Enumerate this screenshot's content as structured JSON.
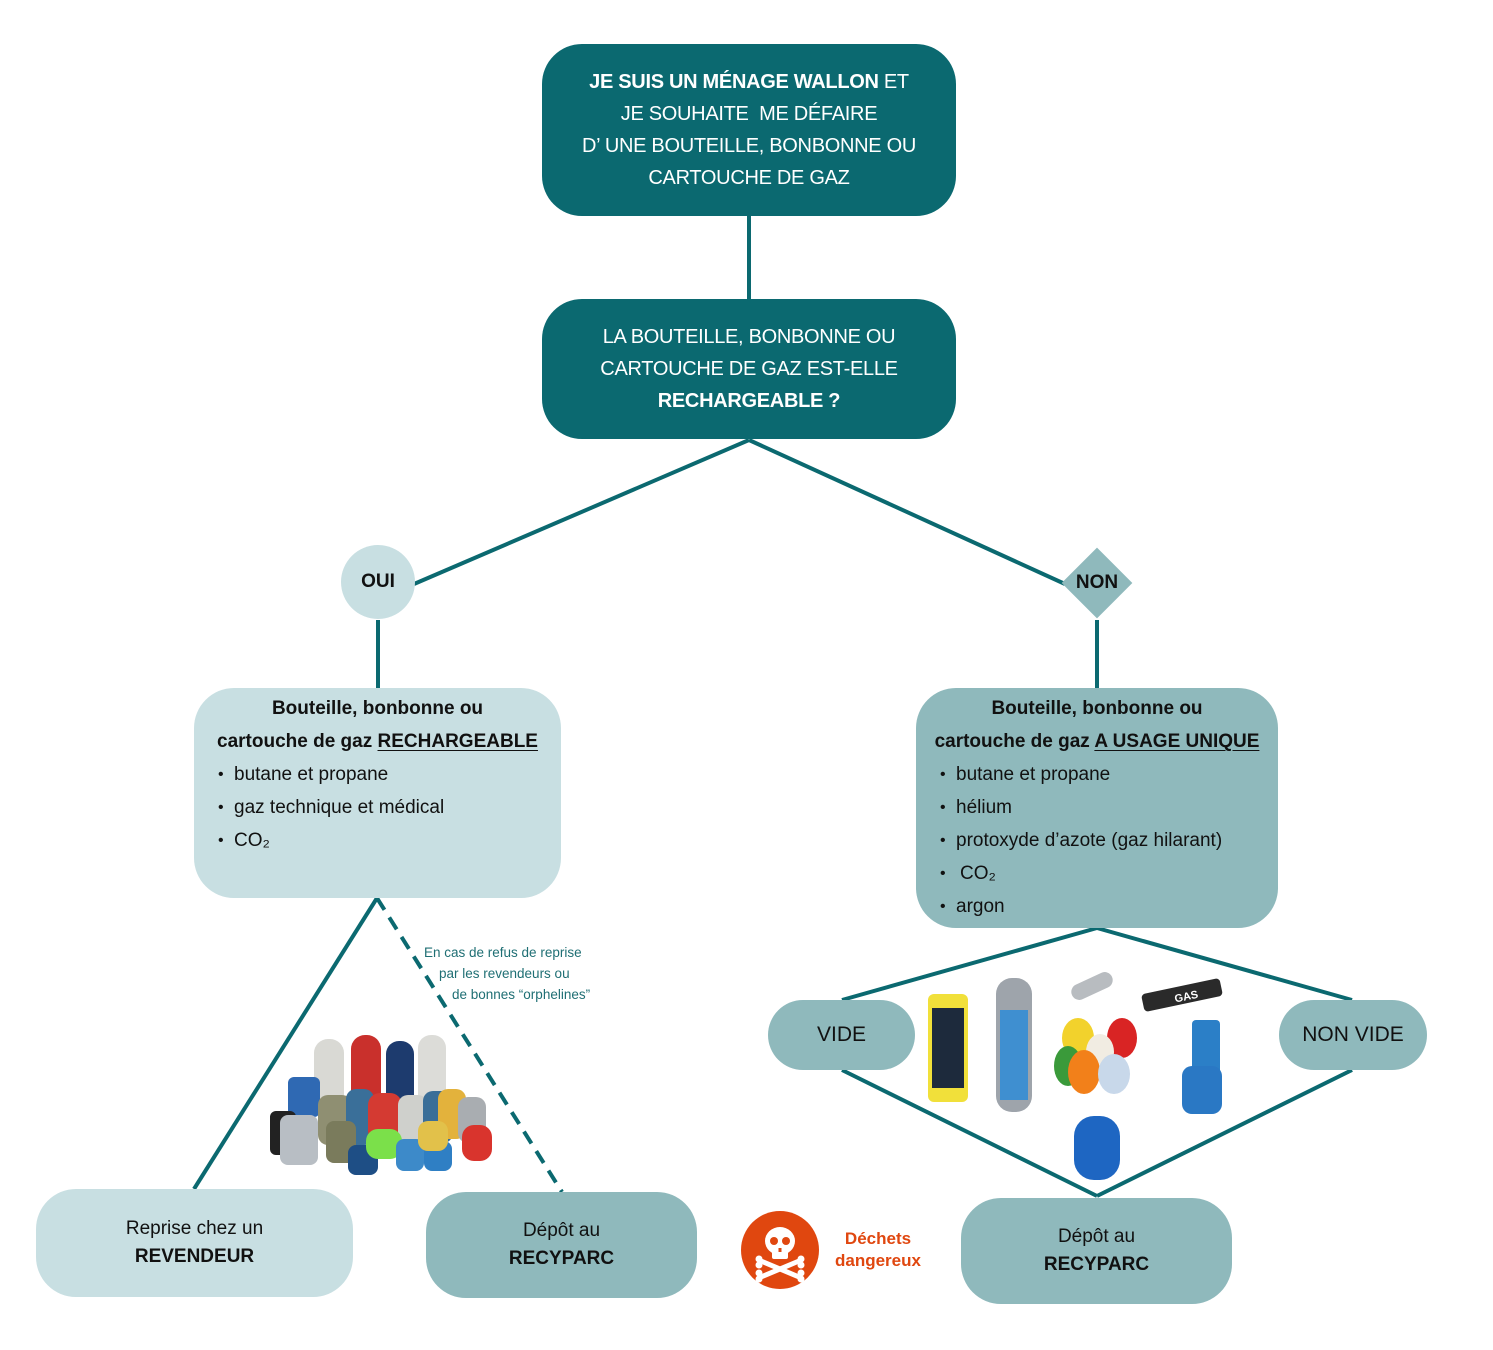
{
  "colors": {
    "dark_teal": "#0b6970",
    "light_teal": "#c8dfe2",
    "mid_teal": "#8fb9bc",
    "line": "#0b6970",
    "danger": "#e0470f",
    "note_text": "#1f6f74"
  },
  "start": {
    "bold": "JE SUIS UN MÉNAGE WALLON",
    "line1_rest": " ET",
    "line2": "JE SOUHAITE  ME DÉFAIRE",
    "line3": "D’ UNE BOUTEILLE, BONBONNE OU",
    "line4": "CARTOUCHE DE GAZ"
  },
  "question": {
    "line1": "LA BOUTEILLE, BONBONNE OU",
    "line2": "CARTOUCHE DE GAZ EST-ELLE",
    "bold": "RECHARGEABLE ?"
  },
  "answers": {
    "yes": "OUI",
    "no": "NON"
  },
  "rechargeable": {
    "title_line1": "Bouteille, bonbonne ou",
    "title_line2": "cartouche de gaz ",
    "title_underlined": "RECHARGEABLE",
    "items": [
      "butane et propane",
      "gaz technique et médical",
      "CO₂"
    ],
    "image": "gas-cylinders-group-icon",
    "note": [
      "En cas de refus de reprise",
      "par les revendeurs ou",
      "de bonnes “orphelines”"
    ],
    "outcome_revendeur": {
      "line1": "Reprise chez un",
      "bold": "REVENDEUR"
    },
    "outcome_recyparc": {
      "line1": "Dépôt au",
      "bold": "RECYPARC"
    }
  },
  "single_use": {
    "title_line1": "Bouteille, bonbonne ou",
    "title_line2": "cartouche de gaz ",
    "title_underlined": "A USAGE UNIQUE",
    "items": [
      "butane et propane",
      "hélium",
      "protoxyde d’azote (gaz hilarant)",
      "CO₂",
      "argon"
    ],
    "empty": "VIDE",
    "not_empty": "NON VIDE",
    "images": [
      "yellow-cartridge-icon",
      "grey-cylinder-icon",
      "co2-capsule-icon",
      "gas-tube-icon",
      "balloons-icon",
      "helium-tank-icon",
      "butane-can-icon"
    ],
    "gas_tube_label": "GAS",
    "outcome_recyparc": {
      "line1": "Dépôt au",
      "bold": "RECYPARC"
    }
  },
  "hazard": {
    "icon": "skull-crossbones-icon",
    "line1": "Déchets",
    "line2": "dangereux"
  }
}
